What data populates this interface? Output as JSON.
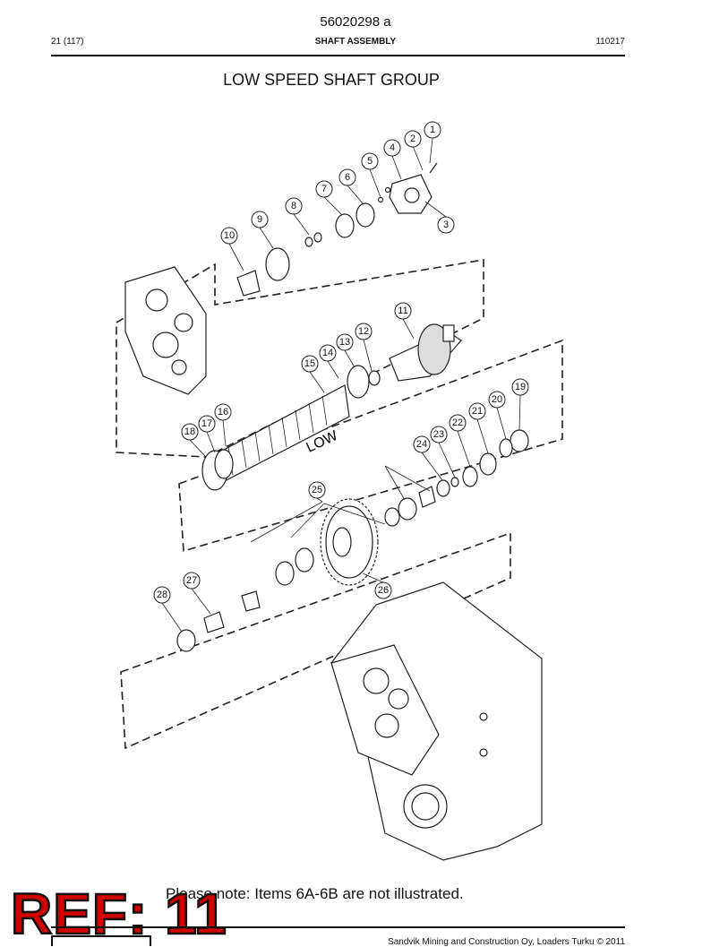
{
  "header": {
    "doc_number": "56020298 a",
    "page": "21 (117)",
    "section": "SHAFT ASSEMBLY",
    "code": "110217"
  },
  "title": "LOW SPEED SHAFT GROUP",
  "diagram": {
    "gear_label": "LOW",
    "callouts": [
      "1",
      "2",
      "3",
      "4",
      "5",
      "6",
      "7",
      "8",
      "9",
      "10",
      "11",
      "12",
      "13",
      "14",
      "15",
      "16",
      "17",
      "18",
      "19",
      "20",
      "21",
      "22",
      "23",
      "24",
      "25",
      "26",
      "27",
      "28"
    ]
  },
  "note": "Please note: Items 6A-6B are not illustrated.",
  "ref_overlay": "REF: 11",
  "footer": {
    "copyright": "Sandvik Mining and Construction Oy, Loaders Turku © 2011"
  }
}
